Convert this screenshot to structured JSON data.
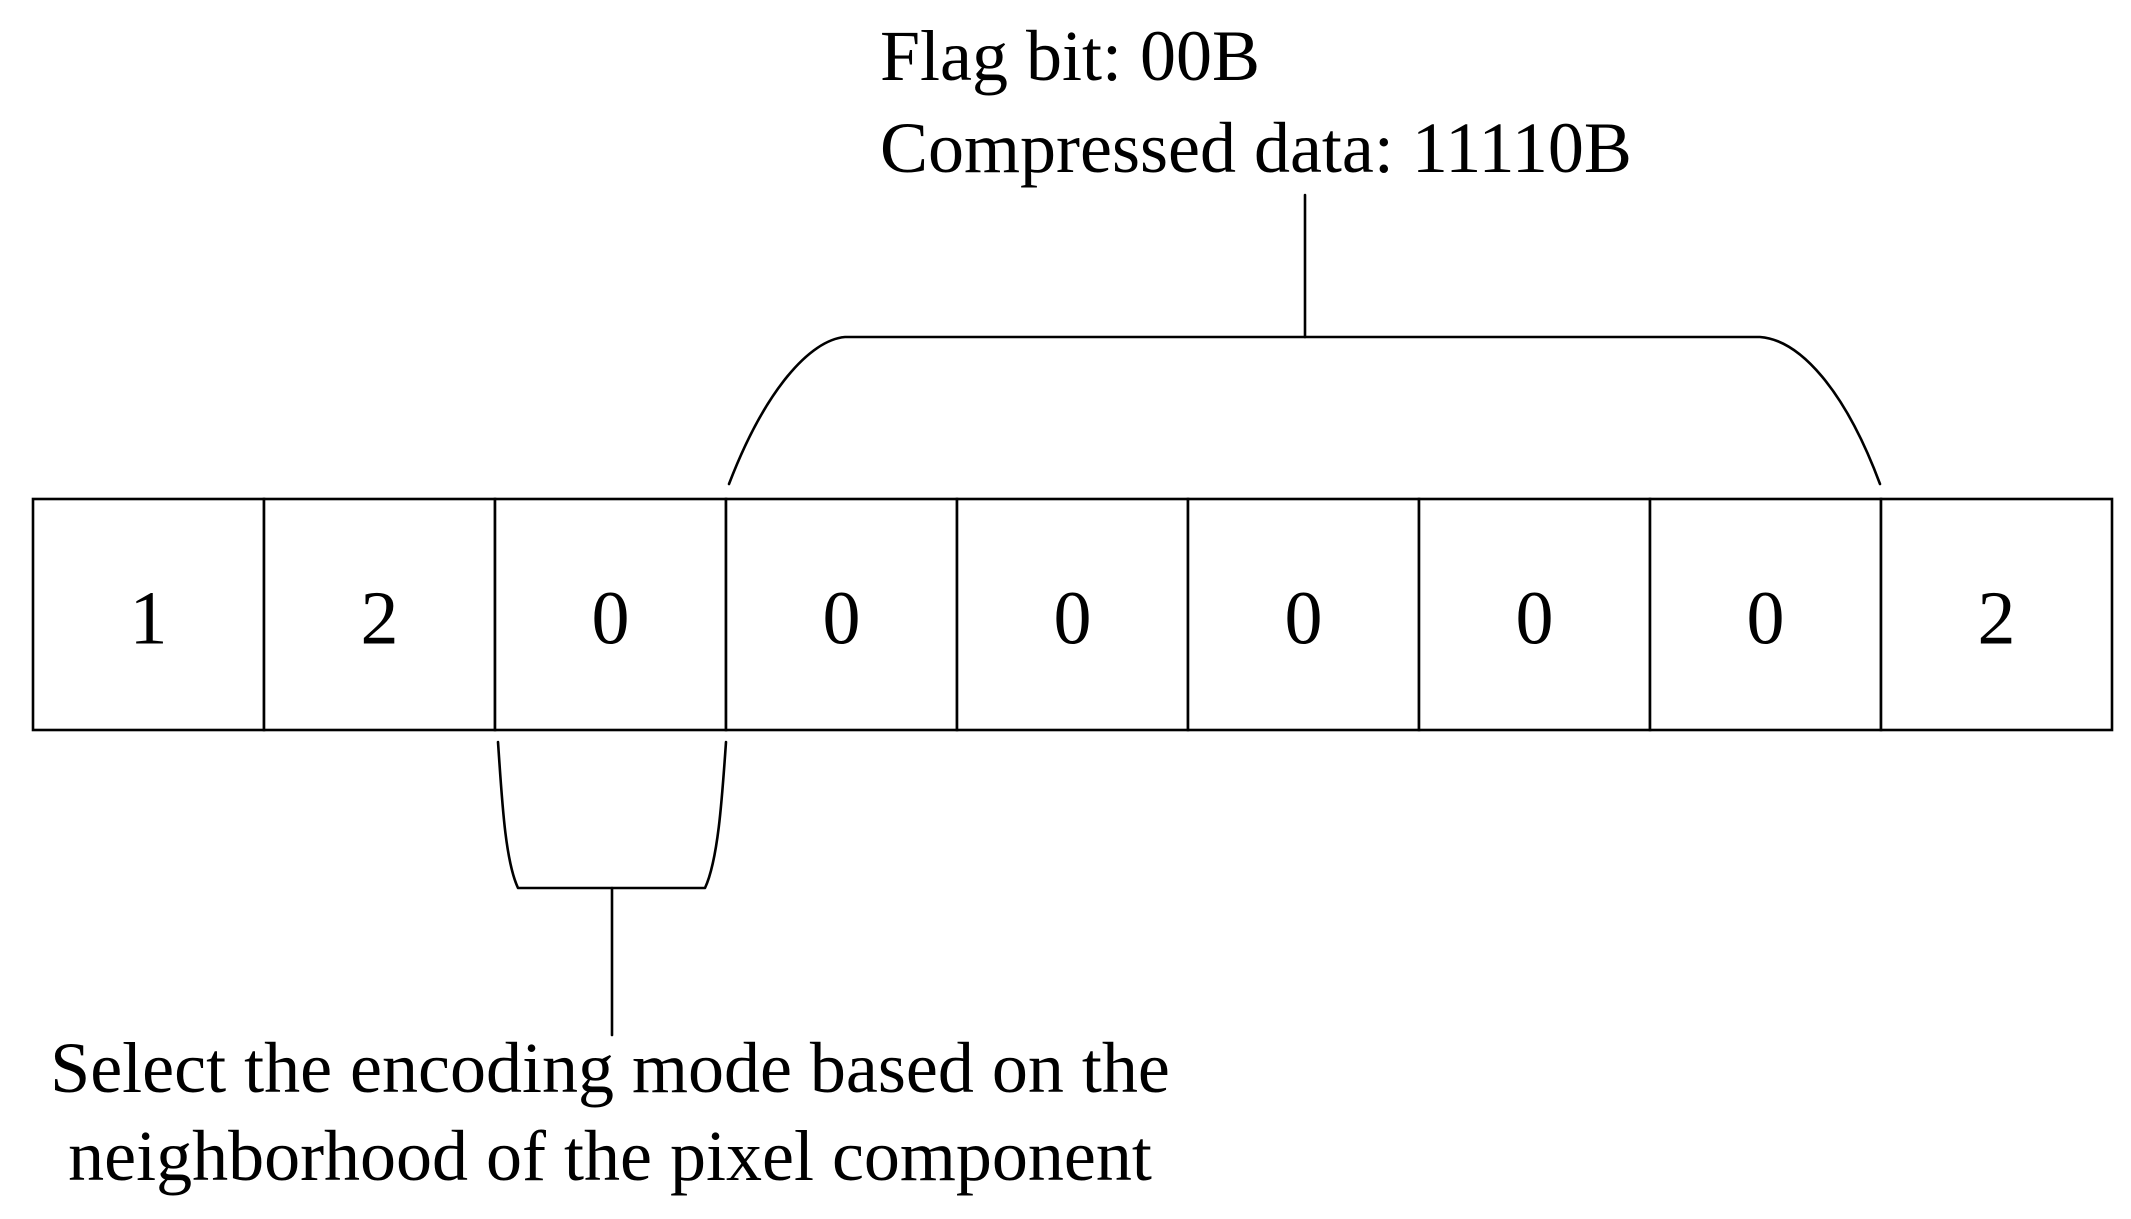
{
  "top_annotation": {
    "line1": "Flag bit: 00B",
    "line2": "Compressed data: 11110B"
  },
  "cells": [
    "1",
    "2",
    "0",
    "0",
    "0",
    "0",
    "0",
    "0",
    "2"
  ],
  "bottom_annotation": {
    "line1": "Select the encoding mode based on the",
    "line2": "neighborhood of the pixel component"
  }
}
